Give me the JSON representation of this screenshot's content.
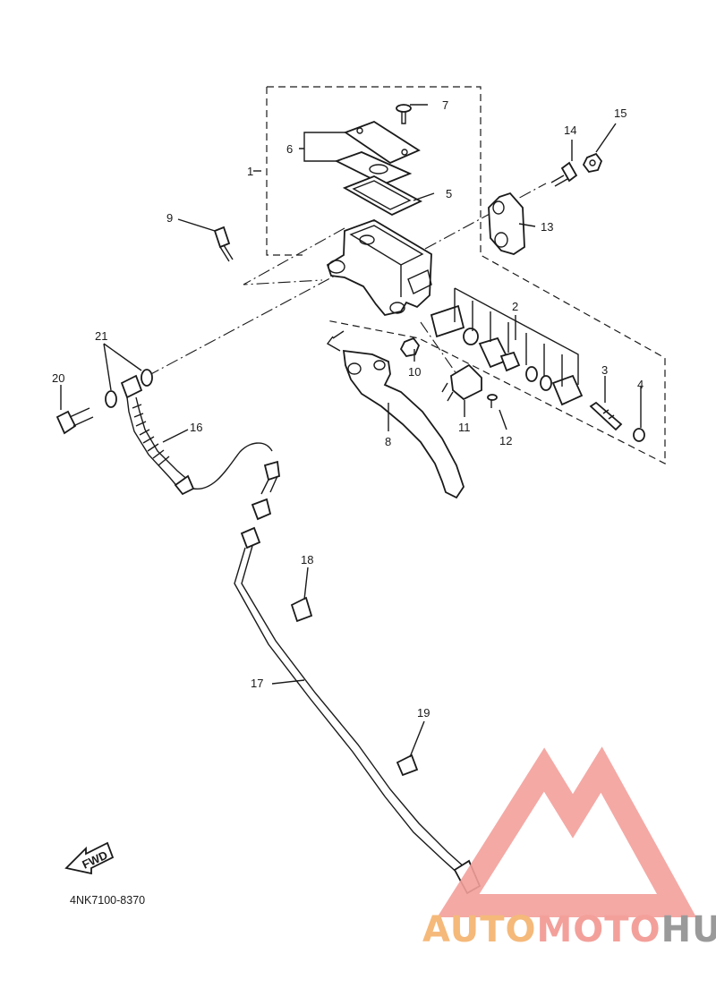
{
  "callouts": [
    "1",
    "2",
    "3",
    "4",
    "5",
    "6",
    "7",
    "8",
    "9",
    "10",
    "11",
    "12",
    "13",
    "14",
    "15",
    "16",
    "17",
    "18",
    "19",
    "20",
    "21"
  ],
  "diagram_code": "4NK7100-8370",
  "fwd_label": "FWD",
  "watermark": {
    "part1": "AUTO",
    "part2": "MOTO",
    "part3": "HUB",
    "color1": "#f5b97a",
    "color2": "#f3a09b",
    "color3": "#9a9a9a"
  }
}
